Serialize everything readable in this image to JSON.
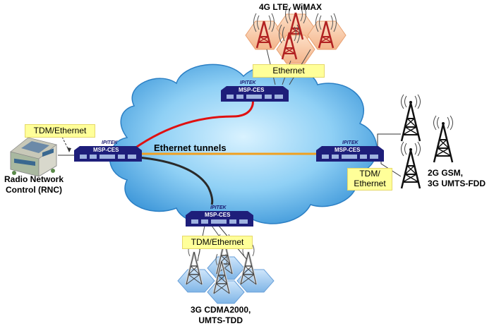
{
  "labels": {
    "top_sites": "4G LTE, WiMAX",
    "rnc_line1": "Radio Network",
    "rnc_line2": "Control (RNC)",
    "tunnels": "Ethernet tunnels",
    "right_sites_line1": "2G GSM,",
    "right_sites_line2": "3G UMTS-FDD",
    "bottom_sites_line1": "3G CDMA2000,",
    "bottom_sites_line2": "UMTS-TDD"
  },
  "callouts": {
    "top_ethernet": "Ethernet",
    "left_tdm": "TDM/Ethernet",
    "right_tdm_line1": "TDM/",
    "right_tdm_line2": "Ethernet",
    "bottom_tdm": "TDM/Ethernet"
  },
  "devices": {
    "model": "MSP-CES",
    "brand": "IPITEK"
  },
  "colors": {
    "cloud": "#4da6e8",
    "cloud_light": "#a8dcfa",
    "device": "#1e1e7a",
    "tunnel_red": "#e01010",
    "tunnel_orange": "#f0a020",
    "tunnel_black": "#2a2a2a",
    "tower": "#b22222",
    "callout_fill": "#ffff99"
  }
}
